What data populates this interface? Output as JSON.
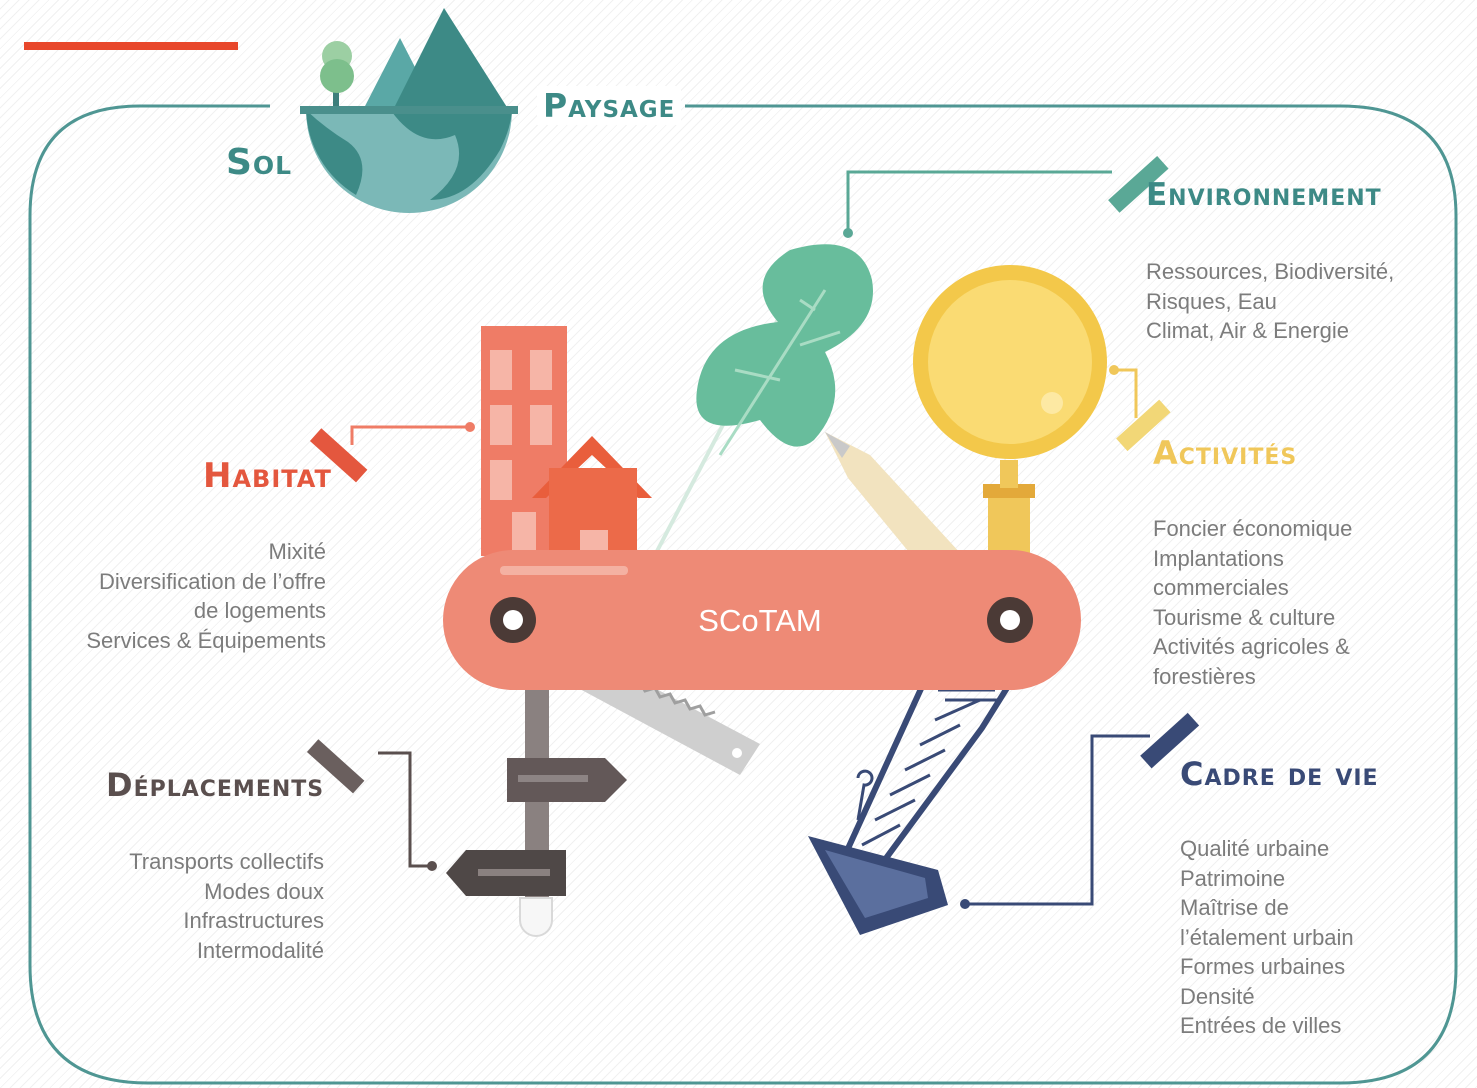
{
  "title_accent_color": "#e8472b",
  "center": {
    "label": "SCoTAM"
  },
  "themes": {
    "sol": {
      "title": "Sol",
      "color": "#3d8a86"
    },
    "paysage": {
      "title": "Paysage",
      "color": "#3d8a86"
    },
    "environnement": {
      "title": "Environnement",
      "color": "#5aa896",
      "items": [
        "Ressources, Biodiversité,",
        "Risques, Eau",
        "Climat, Air & Energie"
      ]
    },
    "activites": {
      "title": "Activités",
      "color": "#f0c75a",
      "items": [
        "Foncier économique",
        "Implantations",
        "commerciales",
        "Tourisme & culture",
        "Activités agricoles &",
        "forestières"
      ]
    },
    "habitat": {
      "title": "Habitat",
      "color": "#e4573e",
      "items": [
        "Mixité",
        "Diversification de l’offre",
        "de logements",
        "Services & Équipements"
      ]
    },
    "deplacements": {
      "title": "Déplacements",
      "color": "#5a4f4e",
      "items": [
        "Transports collectifs",
        "Modes doux",
        "Infrastructures",
        "Intermodalité"
      ]
    },
    "cadre_de_vie": {
      "title": "Cadre de vie",
      "color": "#394a76",
      "items": [
        "Qualité urbaine",
        "Patrimoine",
        "Maîtrise de",
        "l’étalement urbain",
        "Formes urbaines",
        "Densité",
        "Entrées de villes"
      ]
    }
  }
}
